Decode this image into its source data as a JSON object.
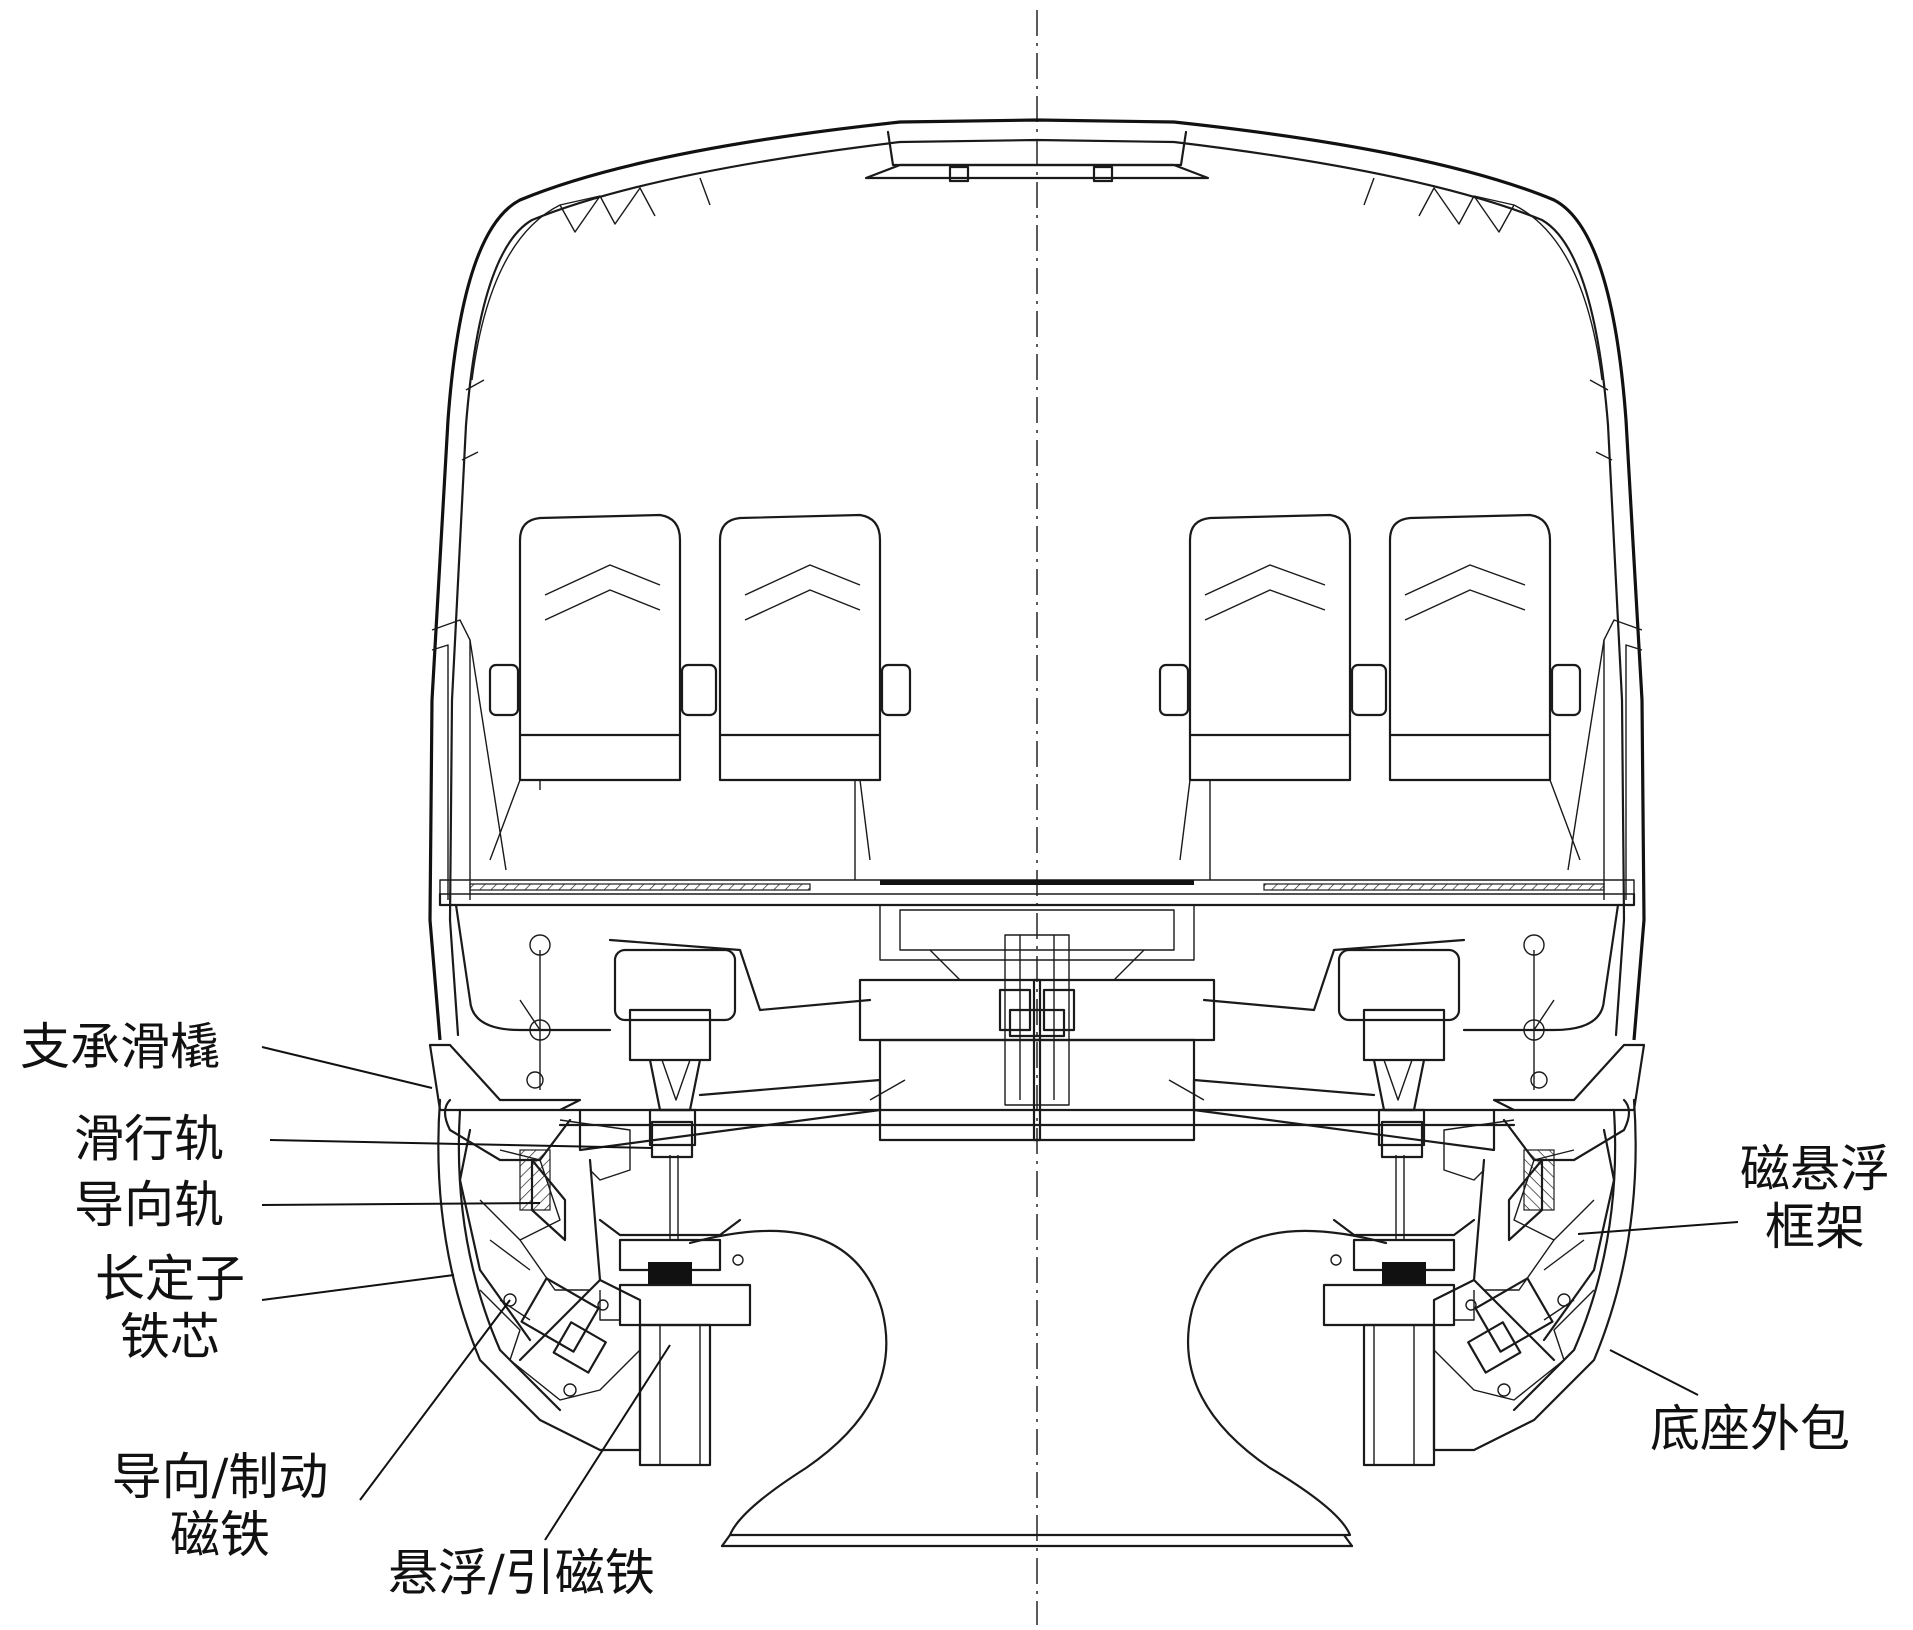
{
  "labels": {
    "support_skid": "支承滑橇",
    "slide_rail": "滑行轨",
    "guide_rail": "导向轨",
    "long_stator_line1": "长定子",
    "long_stator_line2": "铁芯",
    "guide_brake_line1": "导向/制动",
    "guide_brake_line2": "磁铁",
    "levitation_line1": "悬浮/引磁铁",
    "maglev_frame_line1": "磁悬浮",
    "maglev_frame_line2": "框架",
    "base_cover": "底座外包"
  },
  "icons": {
    "car_body": "maglev-car-cross-section",
    "seats": "passenger-seat-icon",
    "guideway": "guideway-beam-icon"
  }
}
